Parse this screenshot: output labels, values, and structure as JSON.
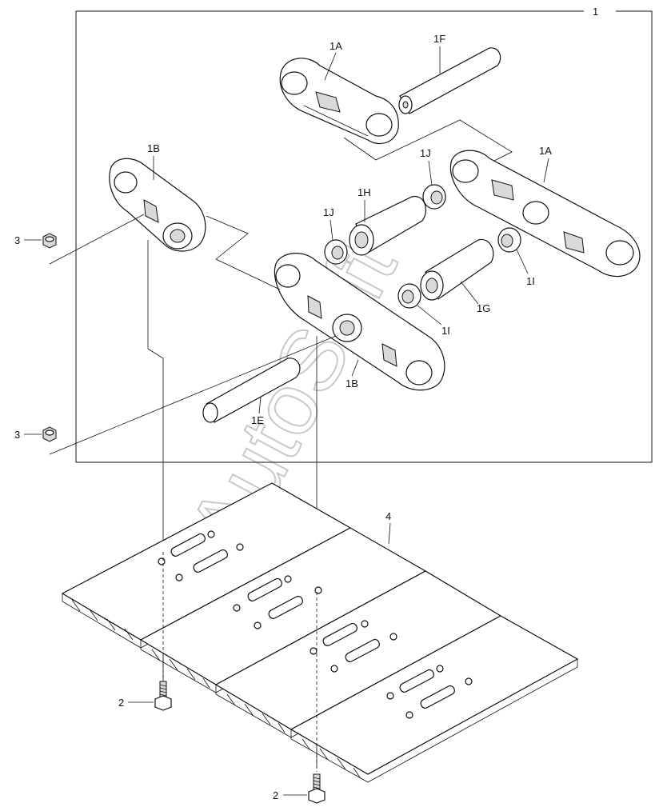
{
  "labels": {
    "assembly": "1",
    "link_1a_top": "1A",
    "link_1a_right": "1A",
    "pin_1f": "1F",
    "link_1b_left": "1B",
    "link_1b_center": "1B",
    "bushing_1h": "1H",
    "seal_1j_left": "1J",
    "seal_1j_right": "1J",
    "seal_1i_right": "1I",
    "seal_1i_center": "1I",
    "bushing_1g": "1G",
    "pin_1e": "1E",
    "nut_upper": "3",
    "nut_lower": "3",
    "bolt_left": "2",
    "bolt_bottom": "2",
    "shoe": "4"
  },
  "watermark": "AutoSoft"
}
